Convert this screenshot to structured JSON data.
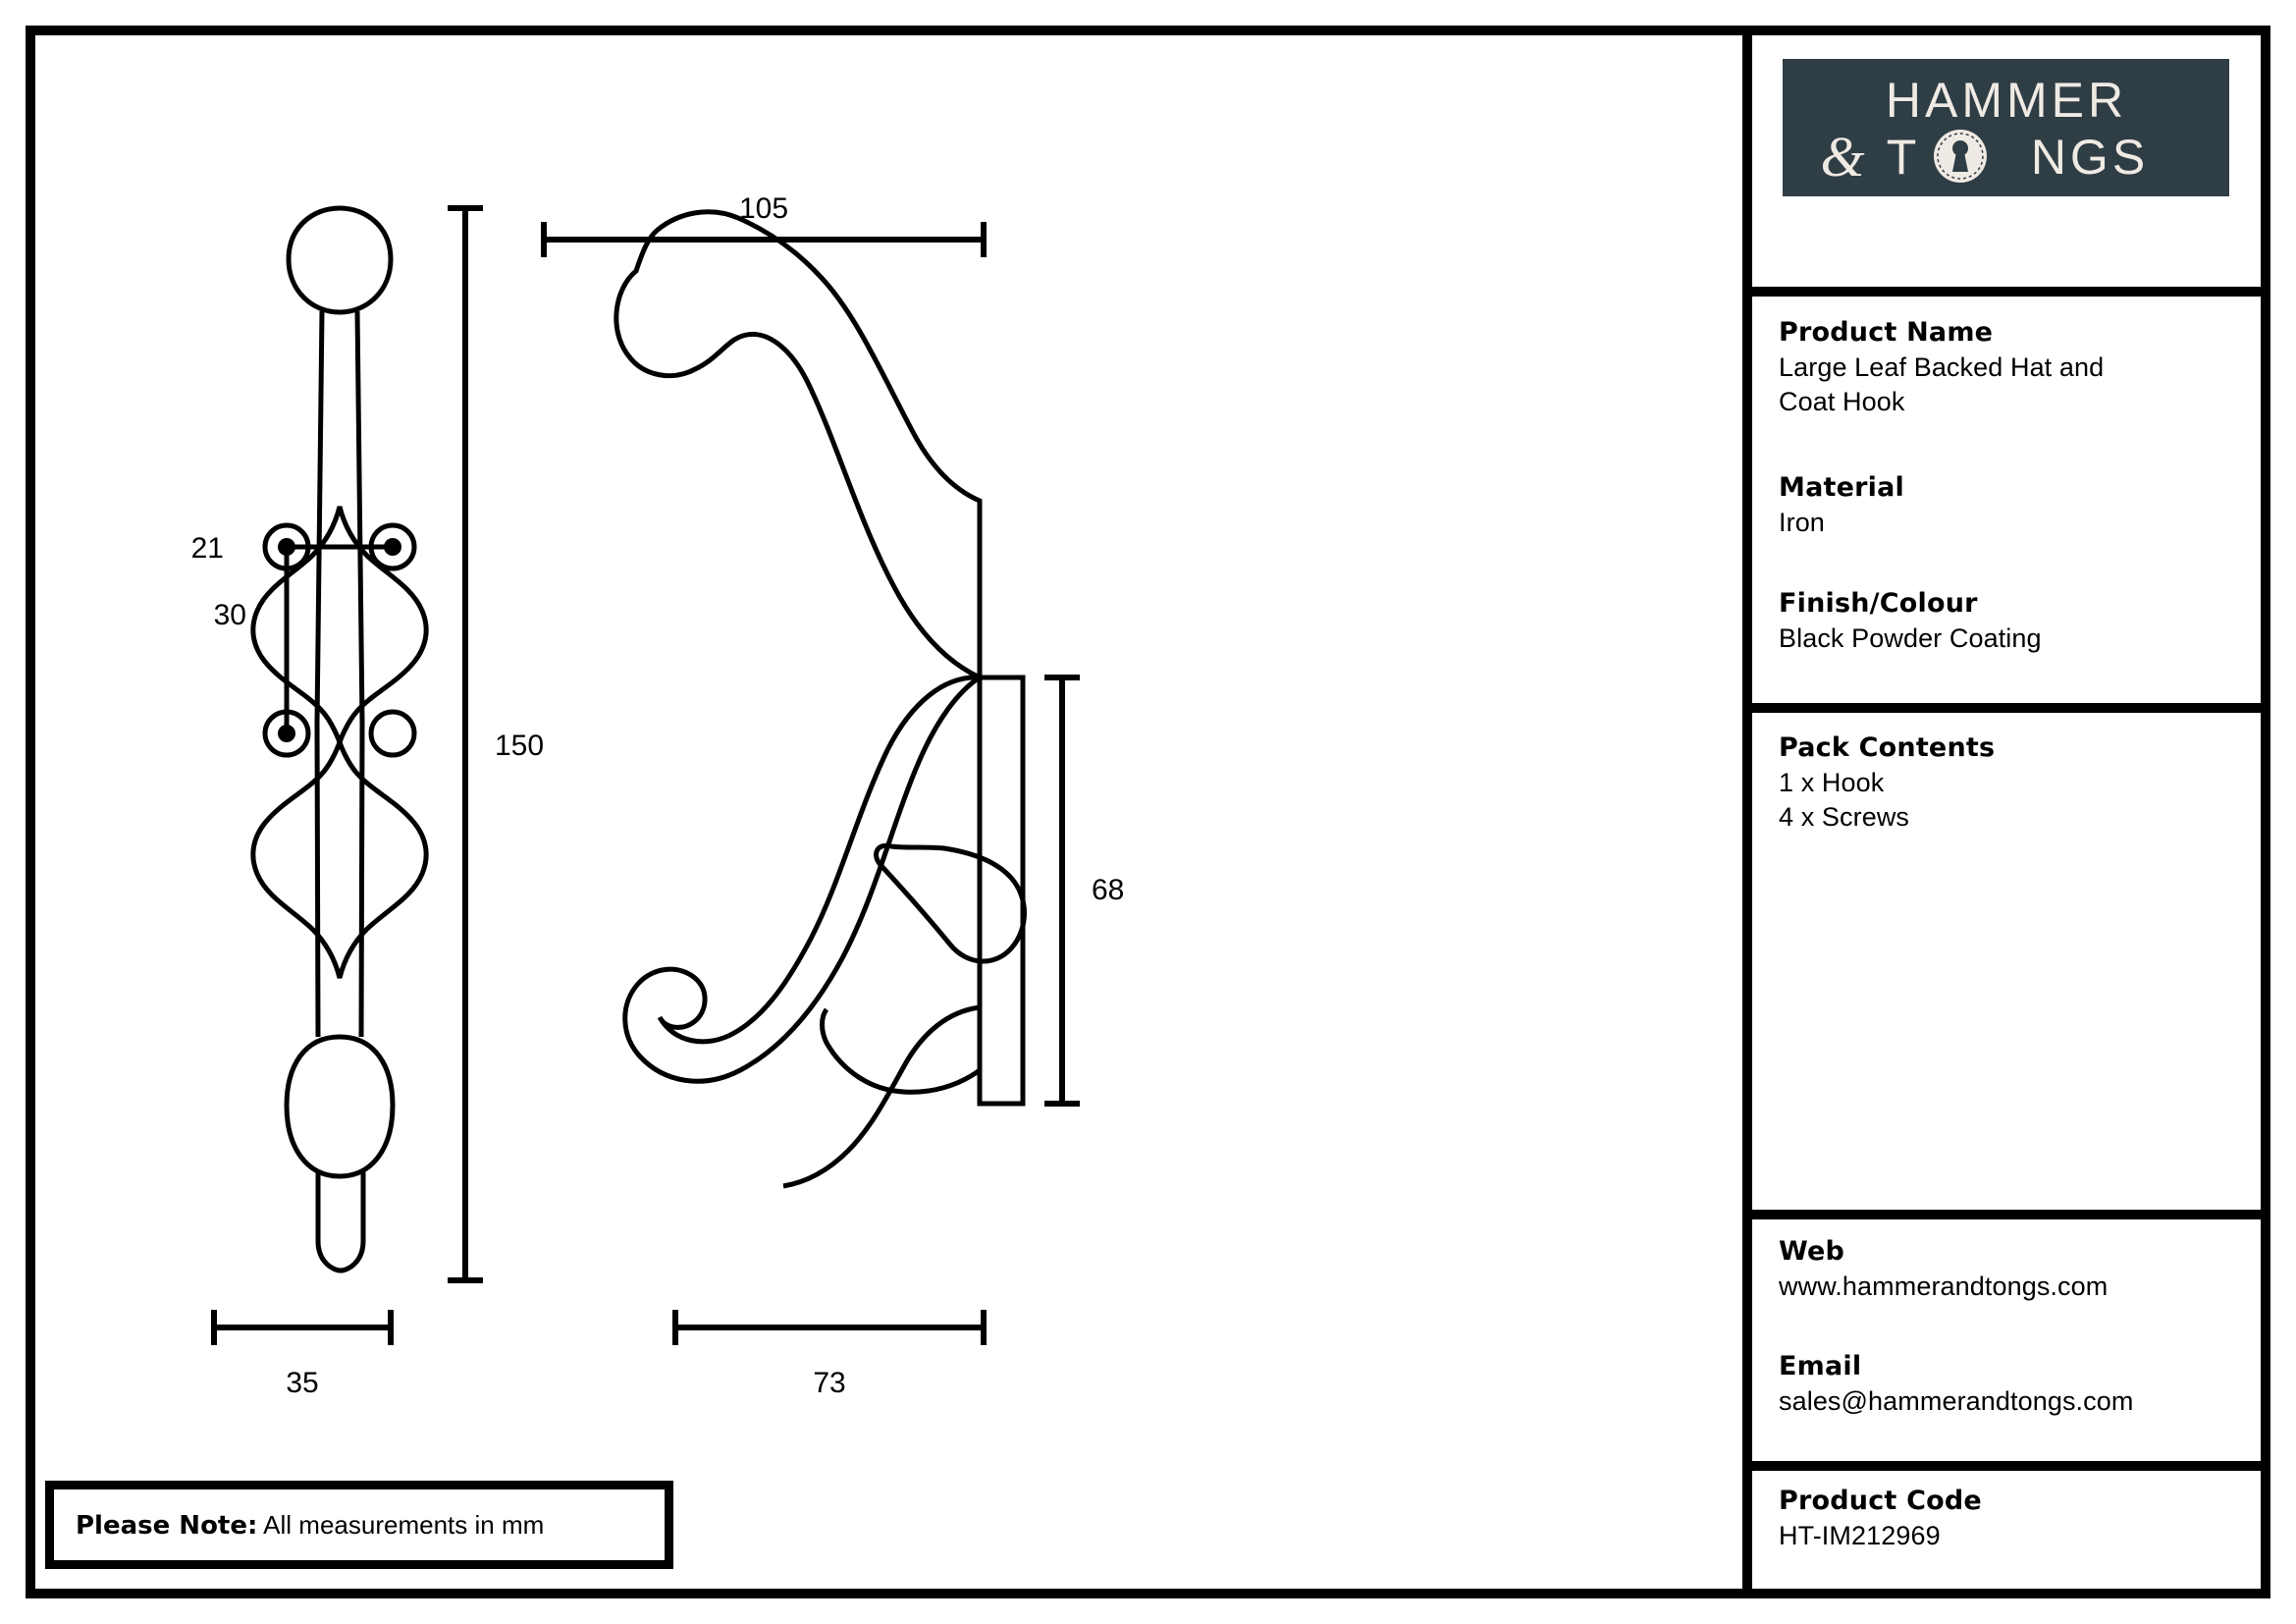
{
  "sheet": {
    "note": {
      "label": "Please Note:",
      "text": " All measurements in mm"
    }
  },
  "logo": {
    "name": "hammer-and-tongs-logo",
    "line1": "HAMMER",
    "amp": "&",
    "line2a": "T",
    "line2b": "NGS",
    "background": "#2f3d45",
    "foreground": "#efeae3",
    "icon": "keyhole-escutcheon-icon"
  },
  "info": {
    "product_name": {
      "heading": "Product Name",
      "value_line1": "Large Leaf Backed Hat and",
      "value_line2": "Coat Hook"
    },
    "material": {
      "heading": "Material",
      "value": "Iron"
    },
    "finish": {
      "heading": "Finish/Colour",
      "value": "Black Powder Coating"
    },
    "pack_contents": {
      "heading": "Pack Contents",
      "items": [
        "1 x Hook",
        "4 x Screws"
      ]
    },
    "web": {
      "heading": "Web",
      "value": "www.hammerandtongs.com"
    },
    "email": {
      "heading": "Email",
      "value": "sales@hammerandtongs.com"
    },
    "product_code": {
      "heading": "Product Code",
      "value": "HT-IM212969"
    }
  },
  "drawing": {
    "units": "mm",
    "front_view": {
      "name": "front-elevation",
      "dimensions": {
        "height": "150",
        "width": "35",
        "hole_spacing_horizontal": "21",
        "hole_spacing_vertical": "30"
      }
    },
    "side_view": {
      "name": "side-elevation",
      "dimensions": {
        "projection": "105",
        "depth": "73",
        "backplate_height": "68"
      }
    }
  }
}
